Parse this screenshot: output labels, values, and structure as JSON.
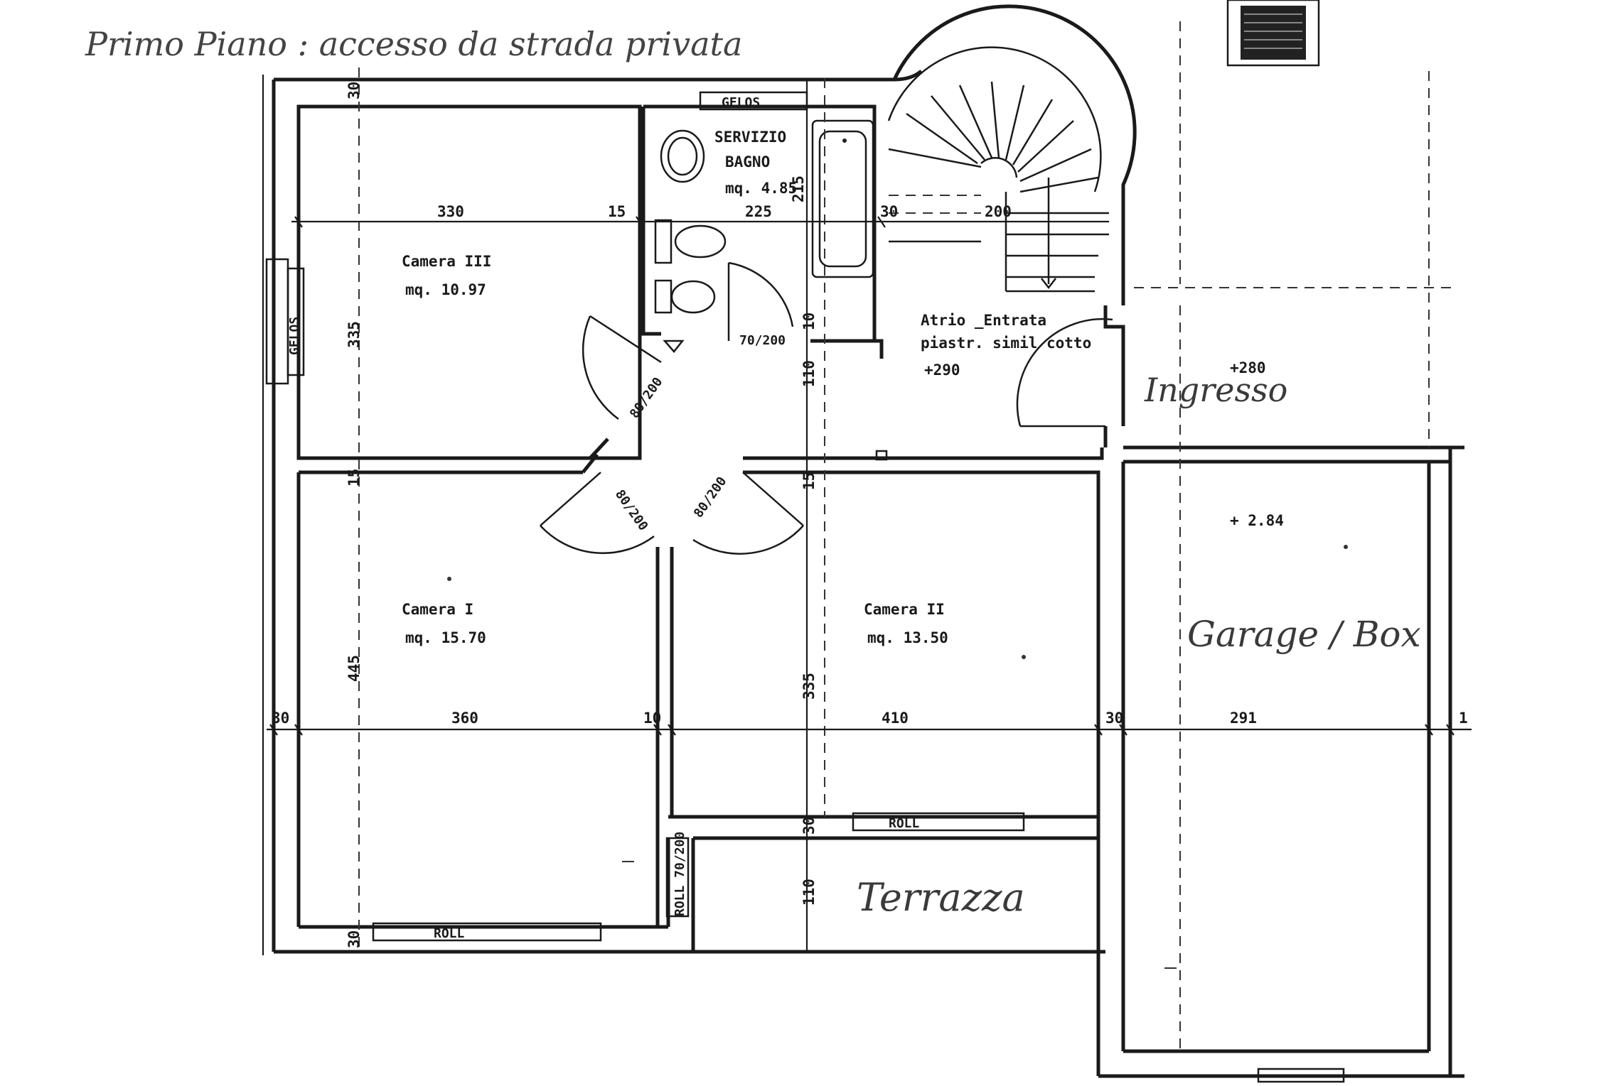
{
  "title": "Primo Piano : accesso da strada privata",
  "rooms": {
    "bagno": {
      "name1": "SERVIZIO",
      "name2": "BAGNO",
      "area": "mq. 4.85"
    },
    "camera3": {
      "name": "Camera III",
      "area": "mq. 10.97"
    },
    "camera1": {
      "name": "Camera I",
      "area": "mq. 15.70"
    },
    "camera2": {
      "name": "Camera II",
      "area": "mq. 13.50"
    },
    "atrio": {
      "name": "Atrio _Entrata",
      "floor": "piastr. simil cotto",
      "level": "+290"
    }
  },
  "labels": {
    "ingresso": "Ingresso",
    "ingresso_level": "+280",
    "garage": "Garage / Box",
    "garage_level": "+ 2.84",
    "terrazza": "Terrazza",
    "gelos_top": "GELOS",
    "gelos_left": "GELOS",
    "roll_bottom": "ROLL",
    "roll_mid": "ROLL",
    "roll_side": "ROLL 70/200"
  },
  "doors": {
    "d1": "80/200",
    "d2": "80/200",
    "d3": "80/200",
    "d4": "70/200"
  },
  "dimensions": {
    "top_330": "330",
    "top_15": "15",
    "top_225": "225",
    "top_30": "30",
    "top_200": "200",
    "v_30_top": "30",
    "v_335_c3": "335",
    "v_15": "15",
    "v_445": "445",
    "v_30_bot": "30",
    "bagno_215": "215",
    "v_10_a": "10",
    "v_110_a": "110",
    "v_15_b": "15",
    "v_335_c2": "335",
    "v_30_c": "30",
    "v_110_b": "110",
    "bot_30a": "30",
    "bot_360": "360",
    "bot_10": "10",
    "bot_410": "410",
    "bot_30b": "30",
    "bot_291": "291",
    "bot_1": "1"
  }
}
